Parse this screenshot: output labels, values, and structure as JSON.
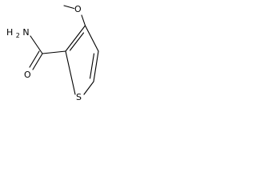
{
  "molecule": {
    "atoms": {
      "amide_n": "H2N",
      "amide_n_parts": {
        "h": "H",
        "sub": "2",
        "n": "N"
      },
      "carbonyl_o": "O",
      "methoxy_o": "O",
      "ring_s": "S"
    },
    "colors": {
      "bond": "#000000",
      "label": "#000000",
      "background": "#ffffff"
    }
  }
}
